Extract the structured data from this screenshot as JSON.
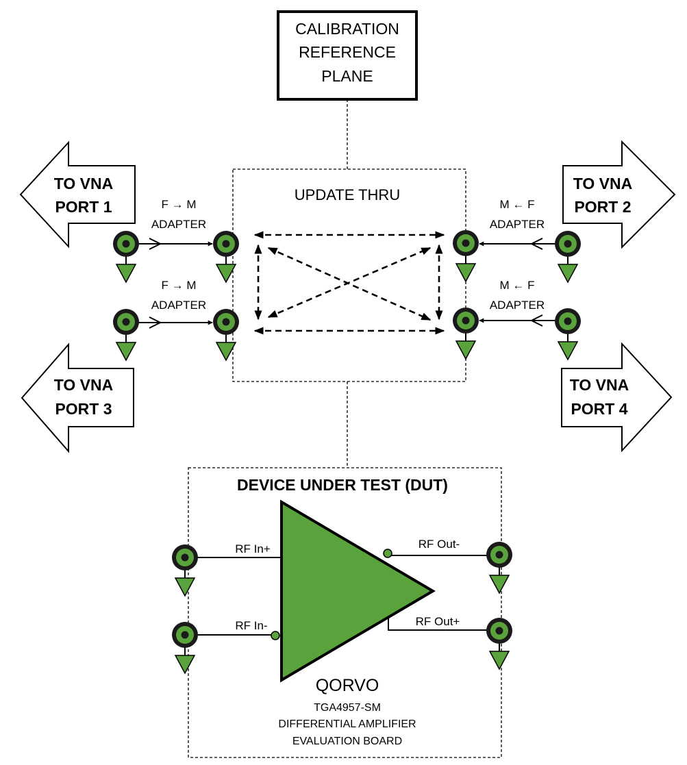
{
  "calibration_box": {
    "line1": "CALIBRATION",
    "line2": "REFERENCE",
    "line3": "PLANE"
  },
  "update_thru": {
    "label": "UPDATE THRU"
  },
  "ports": {
    "port1": {
      "line1": "TO VNA",
      "line2": "PORT 1"
    },
    "port2": {
      "line1": "TO VNA",
      "line2": "PORT 2"
    },
    "port3": {
      "line1": "TO VNA",
      "line2": "PORT 3"
    },
    "port4": {
      "line1": "TO VNA",
      "line2": "PORT 4"
    }
  },
  "adapters": {
    "left_top": {
      "line1": "F → M",
      "line2": "ADAPTER"
    },
    "left_bottom": {
      "line1": "F → M",
      "line2": "ADAPTER"
    },
    "right_top": {
      "line1": "M ← F",
      "line2": "ADAPTER"
    },
    "right_bottom": {
      "line1": "M ← F",
      "line2": "ADAPTER"
    }
  },
  "dut": {
    "title": "DEVICE UNDER TEST (DUT)",
    "rf_in_plus": "RF In+",
    "rf_in_minus": "RF In-",
    "rf_out_minus": "RF Out-",
    "rf_out_plus": "RF Out+",
    "maker": "QORVO",
    "model": "TGA4957-SM",
    "desc1": "DIFFERENTIAL AMPLIFIER",
    "desc2": "EVALUATION BOARD"
  },
  "colors": {
    "green": "#5aa33c",
    "connector_ring": "#1a1a1a",
    "line": "#000000"
  }
}
